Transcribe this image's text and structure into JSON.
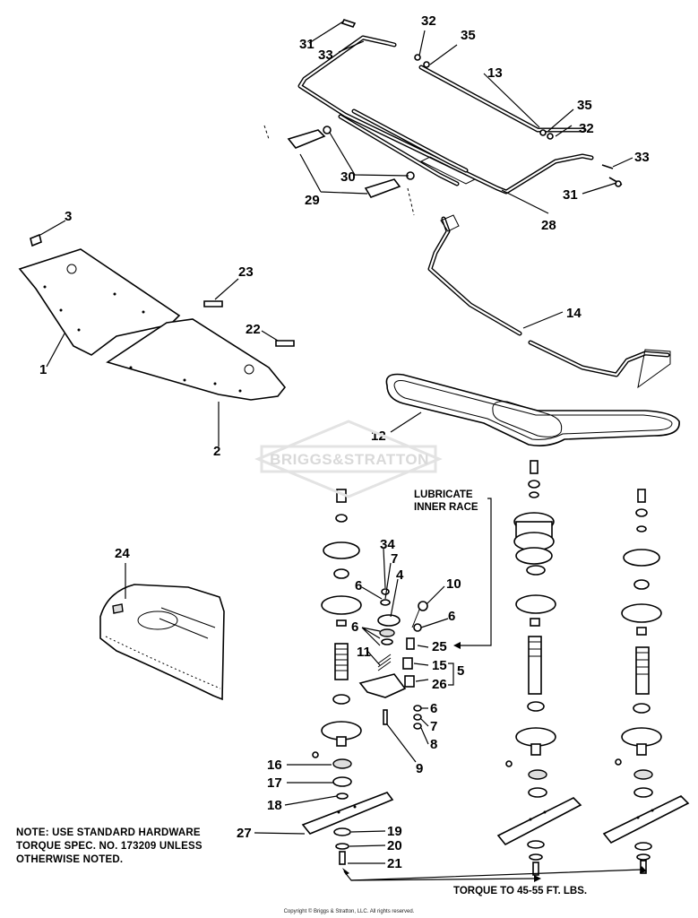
{
  "callouts": {
    "c1": "1",
    "c2": "2",
    "c3": "3",
    "c4": "4",
    "c5": "5",
    "c6a": "6",
    "c6b": "6",
    "c6c": "6",
    "c6d": "6",
    "c7a": "7",
    "c7b": "7",
    "c8": "8",
    "c9": "9",
    "c10": "10",
    "c11": "11",
    "c12": "12",
    "c13": "13",
    "c14": "14",
    "c15": "15",
    "c16": "16",
    "c17": "17",
    "c18": "18",
    "c19": "19",
    "c20": "20",
    "c21": "21",
    "c22": "22",
    "c23": "23",
    "c24": "24",
    "c25": "25",
    "c26": "26",
    "c27": "27",
    "c28": "28",
    "c29": "29",
    "c30": "30",
    "c31a": "31",
    "c31b": "31",
    "c32a": "32",
    "c32b": "32",
    "c33a": "33",
    "c33b": "33",
    "c34": "34",
    "c35a": "35",
    "c35b": "35"
  },
  "notes": {
    "hardware_line1": "NOTE: USE STANDARD HARDWARE",
    "hardware_line2": "TORQUE SPEC. NO. 173209 UNLESS",
    "hardware_line3": "OTHERWISE NOTED.",
    "lubricate_line1": "LUBRICATE",
    "lubricate_line2": "INNER RACE",
    "torque": "TORQUE TO 45-55 FT. LBS."
  },
  "watermark": "BRIGGS&STRATTON",
  "copyright": "Copyright © Briggs & Stratton, LLC. All rights reserved."
}
